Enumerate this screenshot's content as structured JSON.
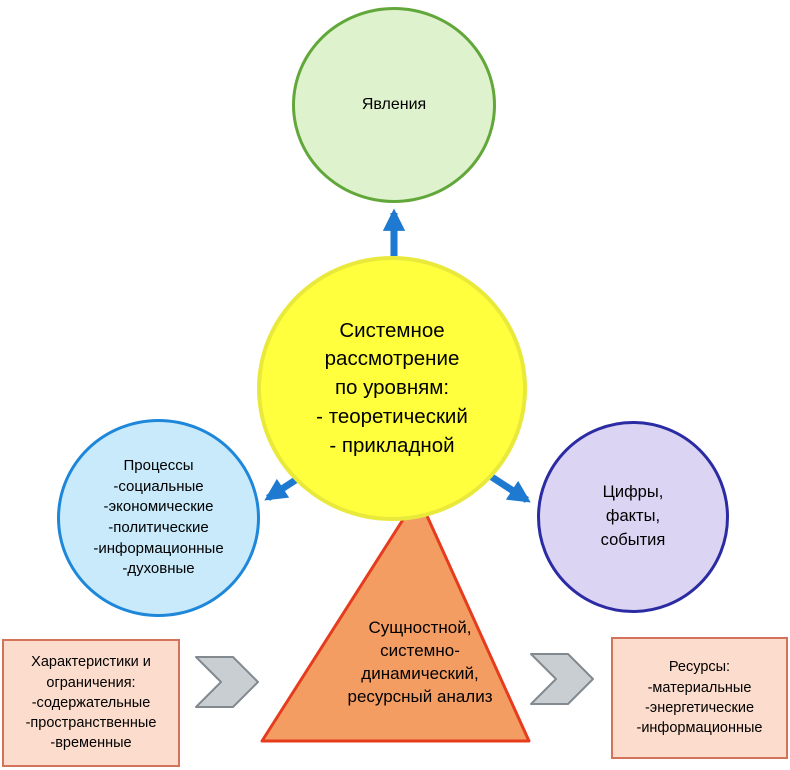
{
  "diagram": {
    "top_circle": {
      "label": "Явления"
    },
    "center_circle": {
      "lines": [
        "Системное",
        "рассмотрение",
        "по уровням:",
        "- теоретический",
        "- прикладной"
      ]
    },
    "left_circle": {
      "lines": [
        "Процессы",
        "-социальные",
        "-экономические",
        "-политические",
        "-информационные",
        "-духовные"
      ]
    },
    "right_circle": {
      "lines": [
        "Цифры,",
        "факты,",
        "события"
      ]
    },
    "triangle": {
      "lines": [
        "Сущностной,",
        "системно-",
        "динамический,",
        "ресурсный анализ"
      ]
    },
    "left_box": {
      "lines": [
        "Характеристики и",
        "ограничения:",
        "-содержательные",
        "-пространственные",
        "-временные"
      ]
    },
    "right_box": {
      "lines": [
        "Ресурсы:",
        "-материальные",
        "-энергетические",
        "-информационные"
      ]
    },
    "colors": {
      "phenomena_fill": "#def2cd",
      "phenomena_border": "#62a73a",
      "center_fill": "#ffff3d",
      "center_border": "#e9e93b",
      "processes_fill": "#c8eafb",
      "processes_border": "#1e87d9",
      "facts_fill": "#dbd4f2",
      "facts_border": "#2b2ba3",
      "triangle_fill": "#f49d63",
      "triangle_border": "#e63c1e",
      "box_fill": "#fcdccc",
      "box_border": "#d4735c",
      "arrow_blue": "#1d7ad0",
      "chevron_gray": "#c9ced3"
    }
  }
}
